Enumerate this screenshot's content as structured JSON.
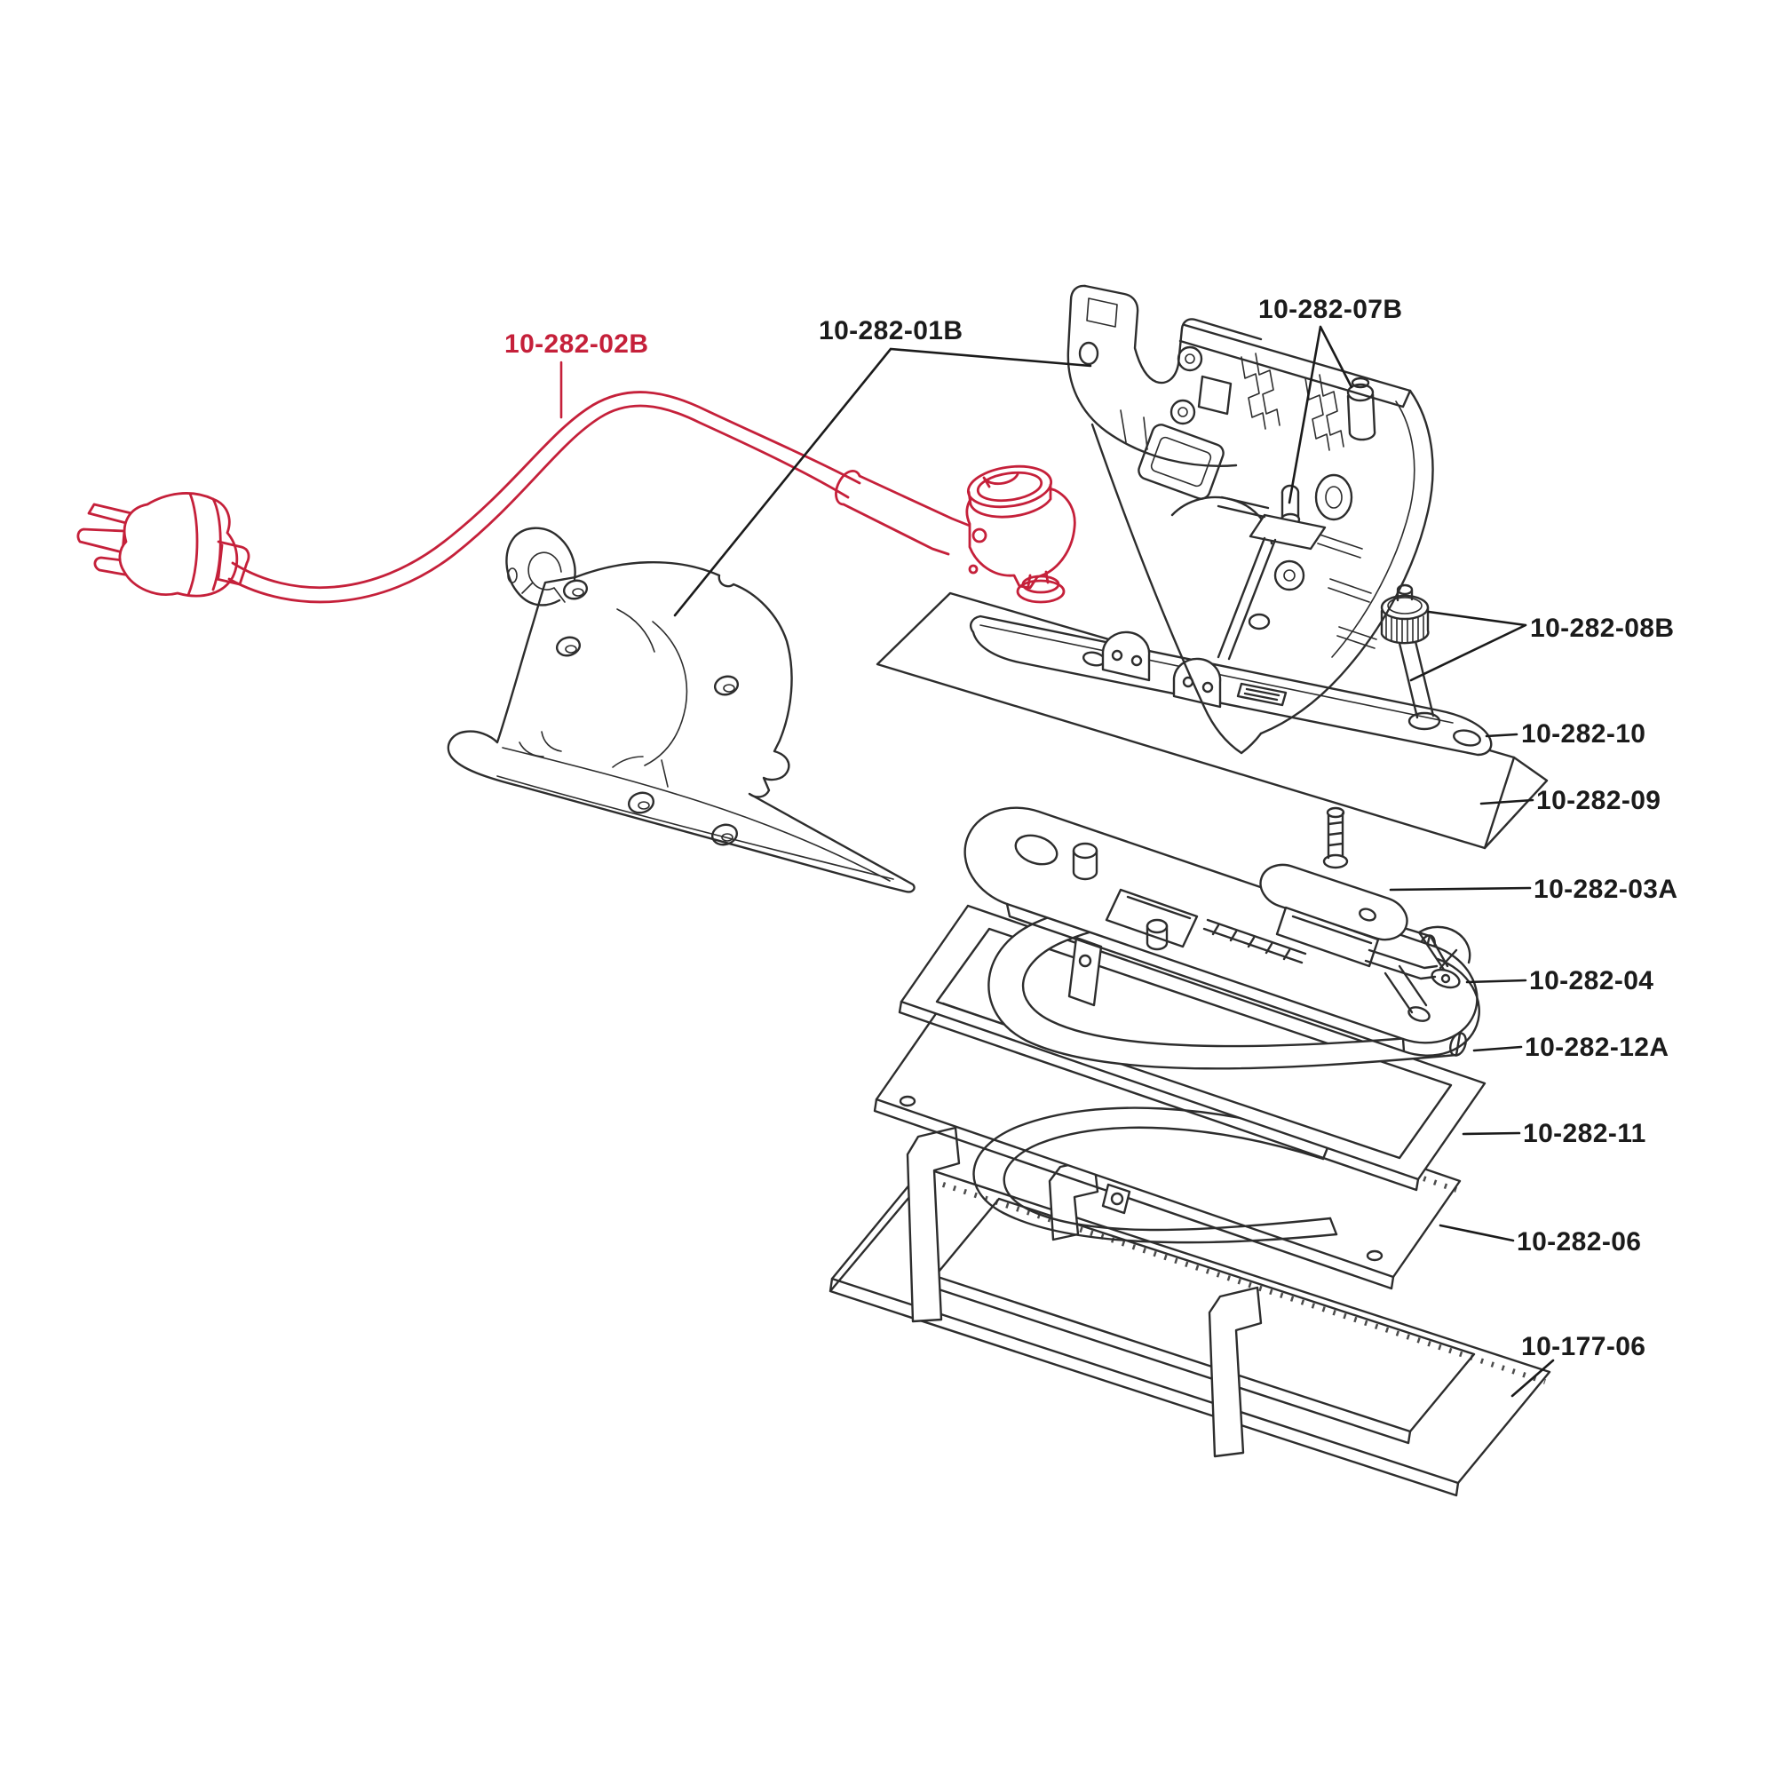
{
  "diagram": {
    "kind": "exploded-parts-diagram",
    "background_color": "#ffffff",
    "line_color": "#2d2d2d",
    "highlight_color": "#c5203a",
    "label_color": "#1b1b1b"
  },
  "labels": {
    "cord": {
      "text": "10-282-02B",
      "color": "#c5203a"
    },
    "shell": {
      "text": "10-282-01B",
      "color": "#1b1b1b"
    },
    "pins": {
      "text": "10-282-07B",
      "color": "#1b1b1b"
    },
    "knob": {
      "text": "10-282-08B",
      "color": "#1b1b1b"
    },
    "bar": {
      "text": "10-282-10",
      "color": "#1b1b1b"
    },
    "shield": {
      "text": "10-282-09",
      "color": "#1b1b1b"
    },
    "thermostat": {
      "text": "10-282-03A",
      "color": "#1b1b1b"
    },
    "top_plate": {
      "text": "10-282-04",
      "color": "#1b1b1b"
    },
    "element": {
      "text": "10-282-12A",
      "color": "#1b1b1b"
    },
    "gasket": {
      "text": "10-282-11",
      "color": "#1b1b1b"
    },
    "sole_plate": {
      "text": "10-282-06",
      "color": "#1b1b1b"
    },
    "base_tray": {
      "text": "10-177-06",
      "color": "#1b1b1b"
    }
  }
}
